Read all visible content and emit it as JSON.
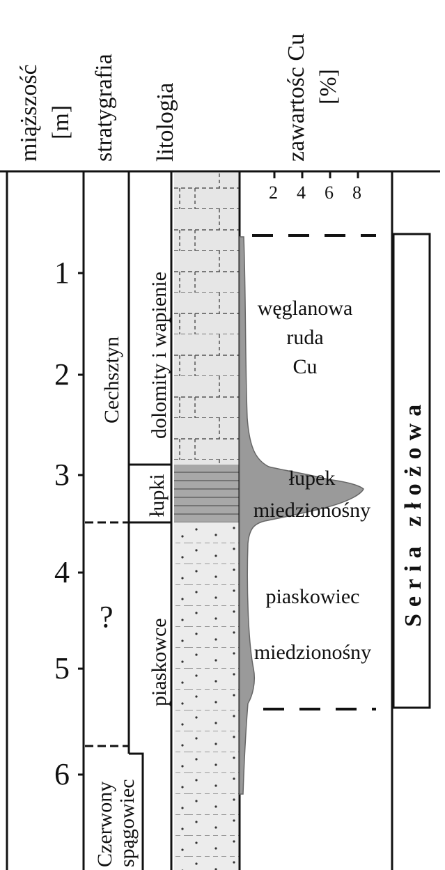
{
  "headers": {
    "thickness": "miąższość",
    "thickness_unit": "[m]",
    "stratigraphy": "stratygrafia",
    "lithology": "litologia",
    "cu_content": "zawartośc Cu",
    "cu_unit": "[%]"
  },
  "depth_ticks": [
    "1",
    "2",
    "3",
    "4",
    "5",
    "6"
  ],
  "cu_ticks": [
    "2",
    "4",
    "6",
    "8"
  ],
  "stratigraphy": {
    "upper": "Cechsztyn",
    "middle": "?",
    "lower_1": "Czerwony",
    "lower_2": "spągowiec"
  },
  "lithology": {
    "dolomites": "dolomity i wapienie",
    "shale": "łupki",
    "sandstone": "piaskowce"
  },
  "ore_labels": {
    "carbonate_1": "węglanowa",
    "carbonate_2": "ruda",
    "carbonate_3": "Cu",
    "shale_1": "łupek",
    "shale_2": "miedzionośny",
    "sand_1": "piaskowiec",
    "sand_2": "miedzionośny"
  },
  "series_label": "Seria złożowa",
  "colors": {
    "line": "#111111",
    "carbonate_fill": "#e6e6e6",
    "shale_fill": "#a8a8a8",
    "cu_curve_fill": "#9a9a9a"
  }
}
